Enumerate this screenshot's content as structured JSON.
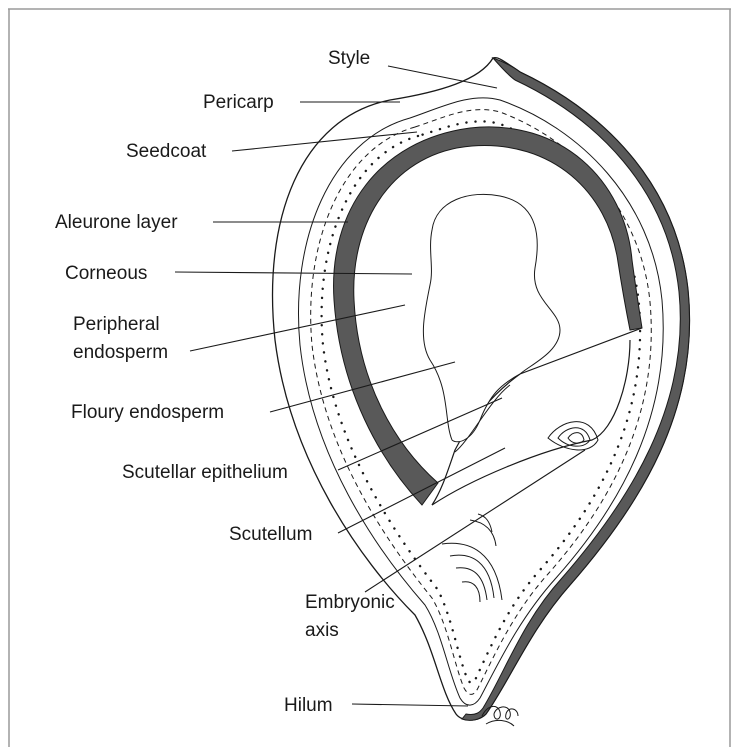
{
  "diagram": {
    "labels": {
      "style": "Style",
      "pericarp": "Pericarp",
      "seedcoat": "Seedcoat",
      "aleurone_layer": "Aleurone layer",
      "corneous": "Corneous",
      "peripheral_line1": "Peripheral",
      "peripheral_line2": "endosperm",
      "floury_endosperm": "Floury endosperm",
      "scutellar_epithelium": "Scutellar epithelium",
      "scutellum": "Scutellum",
      "embryonic_line1": "Embryonic",
      "embryonic_line2": "axis",
      "hilum": "Hilum"
    },
    "colors": {
      "line": "#1a1a1a",
      "dark_layer": "#595959",
      "frame": "#9a9a9a",
      "background": "#ffffff"
    }
  }
}
